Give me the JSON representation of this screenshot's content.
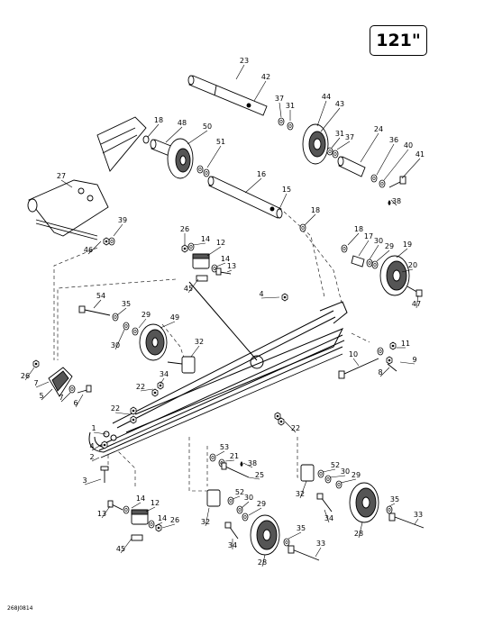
{
  "size_badge": "121\"",
  "drawing_code": "268J0814",
  "callouts": [
    {
      "id": "c23",
      "label": "23"
    },
    {
      "id": "c42",
      "label": "42"
    },
    {
      "id": "c37a",
      "label": "37"
    },
    {
      "id": "c31a",
      "label": "31"
    },
    {
      "id": "c44",
      "label": "44"
    },
    {
      "id": "c43",
      "label": "43"
    },
    {
      "id": "c18a",
      "label": "18"
    },
    {
      "id": "c48",
      "label": "48"
    },
    {
      "id": "c50",
      "label": "50"
    },
    {
      "id": "c51",
      "label": "51"
    },
    {
      "id": "c31b",
      "label": "31"
    },
    {
      "id": "c37b",
      "label": "37"
    },
    {
      "id": "c24",
      "label": "24"
    },
    {
      "id": "c36",
      "label": "36"
    },
    {
      "id": "c40",
      "label": "40"
    },
    {
      "id": "c41",
      "label": "41"
    },
    {
      "id": "c38a",
      "label": "38"
    },
    {
      "id": "c16",
      "label": "16"
    },
    {
      "id": "c15",
      "label": "15"
    },
    {
      "id": "c27",
      "label": "27"
    },
    {
      "id": "c39",
      "label": "39"
    },
    {
      "id": "c46",
      "label": "46"
    },
    {
      "id": "c18b",
      "label": "18"
    },
    {
      "id": "c26a",
      "label": "26"
    },
    {
      "id": "c14a",
      "label": "14"
    },
    {
      "id": "c12a",
      "label": "12"
    },
    {
      "id": "c14b",
      "label": "14"
    },
    {
      "id": "c13a",
      "label": "13"
    },
    {
      "id": "c45a",
      "label": "45"
    },
    {
      "id": "c18c",
      "label": "18"
    },
    {
      "id": "c17",
      "label": "17"
    },
    {
      "id": "c30a",
      "label": "30"
    },
    {
      "id": "c29a",
      "label": "29"
    },
    {
      "id": "c19",
      "label": "19"
    },
    {
      "id": "c20",
      "label": "20"
    },
    {
      "id": "c47",
      "label": "47"
    },
    {
      "id": "c54",
      "label": "54"
    },
    {
      "id": "c35a",
      "label": "35"
    },
    {
      "id": "c29b",
      "label": "29"
    },
    {
      "id": "c49",
      "label": "49"
    },
    {
      "id": "c30b",
      "label": "30"
    },
    {
      "id": "c4a",
      "label": "4"
    },
    {
      "id": "c32a",
      "label": "32"
    },
    {
      "id": "c11",
      "label": "11"
    },
    {
      "id": "c10",
      "label": "10"
    },
    {
      "id": "c9",
      "label": "9"
    },
    {
      "id": "c8",
      "label": "8"
    },
    {
      "id": "c26b",
      "label": "26"
    },
    {
      "id": "c7a",
      "label": "7"
    },
    {
      "id": "c5",
      "label": "5"
    },
    {
      "id": "c7b",
      "label": "7"
    },
    {
      "id": "c6",
      "label": "6"
    },
    {
      "id": "c34a",
      "label": "34"
    },
    {
      "id": "c22a",
      "label": "22"
    },
    {
      "id": "c22b",
      "label": "22"
    },
    {
      "id": "c22c",
      "label": "22"
    },
    {
      "id": "c1",
      "label": "1"
    },
    {
      "id": "c4b",
      "label": "4"
    },
    {
      "id": "c2",
      "label": "2"
    },
    {
      "id": "c3",
      "label": "3"
    },
    {
      "id": "c53",
      "label": "53"
    },
    {
      "id": "c21",
      "label": "21"
    },
    {
      "id": "c38b",
      "label": "38"
    },
    {
      "id": "c25",
      "label": "25"
    },
    {
      "id": "c52a",
      "label": "52"
    },
    {
      "id": "c30c",
      "label": "30"
    },
    {
      "id": "c29c",
      "label": "29"
    },
    {
      "id": "c32b",
      "label": "32"
    },
    {
      "id": "c34b",
      "label": "34"
    },
    {
      "id": "c28a",
      "label": "28"
    },
    {
      "id": "c35b",
      "label": "35"
    },
    {
      "id": "c33a",
      "label": "33"
    },
    {
      "id": "c52b",
      "label": "52"
    },
    {
      "id": "c30d",
      "label": "30"
    },
    {
      "id": "c29d",
      "label": "29"
    },
    {
      "id": "c32c",
      "label": "32"
    },
    {
      "id": "c34c",
      "label": "34"
    },
    {
      "id": "c28b",
      "label": "28"
    },
    {
      "id": "c35c",
      "label": "35"
    },
    {
      "id": "c33b",
      "label": "33"
    },
    {
      "id": "c14c",
      "label": "14"
    },
    {
      "id": "c12b",
      "label": "12"
    },
    {
      "id": "c13b",
      "label": "13"
    },
    {
      "id": "c14d",
      "label": "14"
    },
    {
      "id": "c26c",
      "label": "26"
    },
    {
      "id": "c45b",
      "label": "45"
    }
  ]
}
